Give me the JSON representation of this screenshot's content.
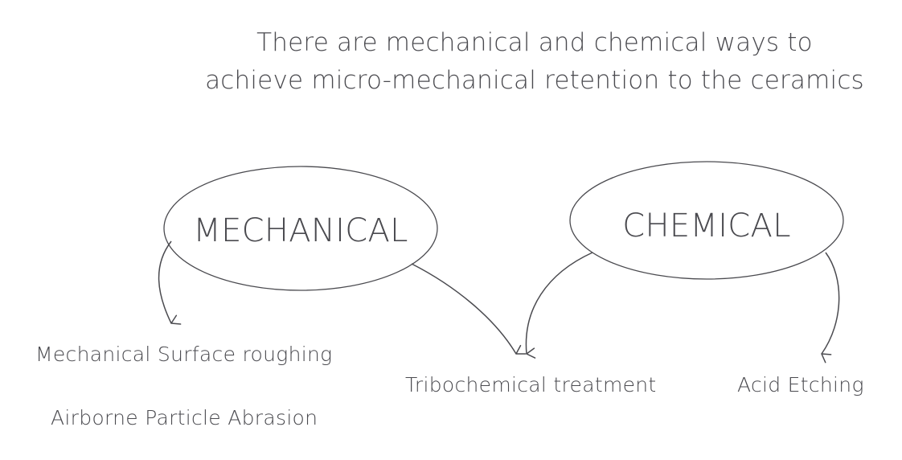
{
  "title": {
    "line1": "There are mechanical and chemical ways to",
    "line2": "achieve micro-mechanical retention to the ceramics"
  },
  "nodes": {
    "mechanical": "MECHANICAL",
    "chemical": "CHEMICAL"
  },
  "leaves": {
    "surface_roughing": "Mechanical Surface roughing",
    "airborne_abrasion": "Airborne Particle Abrasion",
    "tribochemical": "Tribochemical treatment",
    "acid_etching": "Acid Etching"
  },
  "colors": {
    "text": "#4a4a4f",
    "stroke": "#4a4a4f",
    "background": "#ffffff"
  }
}
